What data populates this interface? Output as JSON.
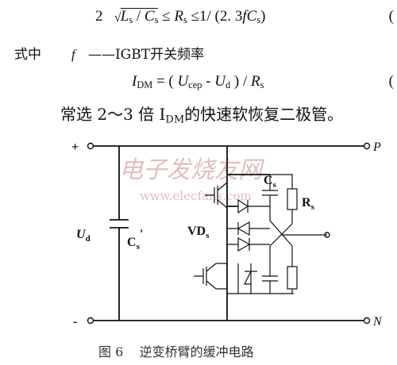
{
  "equation1": {
    "coef": "2",
    "radicand_L": "L",
    "radicand_L_sub": "s",
    "slash": "/",
    "radicand_C": "C",
    "radicand_C_sub": "s",
    "le1": "≤",
    "R": "R",
    "R_sub": "s",
    "le2": "≤",
    "rhs_prefix": "1/ (2. 3",
    "f": "f",
    "C": "C",
    "C_sub": "s",
    "rhs_suffix": ")",
    "number": "("
  },
  "definition": {
    "prefix": "式中",
    "symbol": "f",
    "text": "——IGBT开关频率"
  },
  "equation2": {
    "I": "I",
    "I_sub": "DM",
    "eq_open": "= (",
    "U1": "U",
    "U1_sub": "cep",
    "minus": "-",
    "U2": "U",
    "U2_sub": "d",
    "close_div": ") /",
    "R": "R",
    "R_sub": "s",
    "number": "("
  },
  "sentence": {
    "before": "常选 2～3 倍 I",
    "sub": "DM",
    "after": "的快速软恢复二极管。"
  },
  "figure": {
    "plus": "+",
    "minus": "-",
    "P": "P",
    "N": "N",
    "Ud": "U",
    "Ud_sub": "d",
    "Cs_prime": "C",
    "Cs_prime_sub": "s",
    "Cs_prime_mark": "'",
    "Cs": "C",
    "Cs_sub": "s",
    "Rs": "R",
    "Rs_sub": "s",
    "VDs": "VD",
    "VDs_sub": "s",
    "watermark_cn": "电子发烧友网",
    "watermark_url": "www.elecfans.com"
  },
  "caption": {
    "label": "图 6",
    "title": "逆变桥臂的缓冲电路"
  }
}
